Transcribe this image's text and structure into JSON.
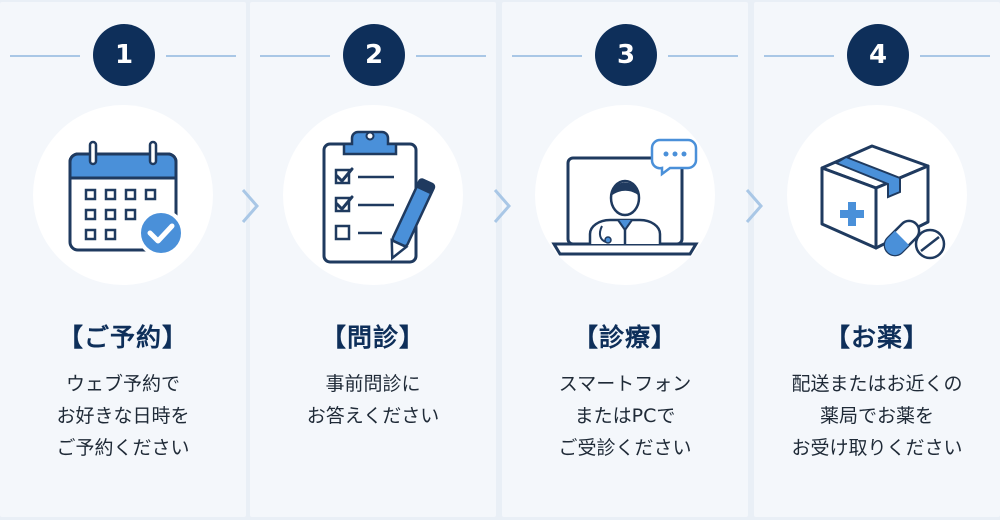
{
  "steps": [
    {
      "number": "1",
      "title": "【ご予約】",
      "icon": "calendar-check-icon",
      "lines": [
        "ウェブ予約で",
        "お好きな日時を",
        "ご予約ください"
      ]
    },
    {
      "number": "2",
      "title": "【問診】",
      "icon": "clipboard-checklist-icon",
      "lines": [
        "事前問診に",
        "お答えください"
      ]
    },
    {
      "number": "3",
      "title": "【診療】",
      "icon": "doctor-laptop-icon",
      "lines": [
        "スマートフォン",
        "またはPCで",
        "ご受診ください"
      ]
    },
    {
      "number": "4",
      "title": "【お薬】",
      "icon": "medicine-box-icon",
      "lines": [
        "配送またはお近くの",
        "薬局でお薬を",
        "お受け取りください"
      ]
    }
  ],
  "colors": {
    "navy": "#0e2f5a",
    "accent": "#4a90d9",
    "light_blue": "#a9c7e6",
    "panel": "#f4f7fb"
  }
}
